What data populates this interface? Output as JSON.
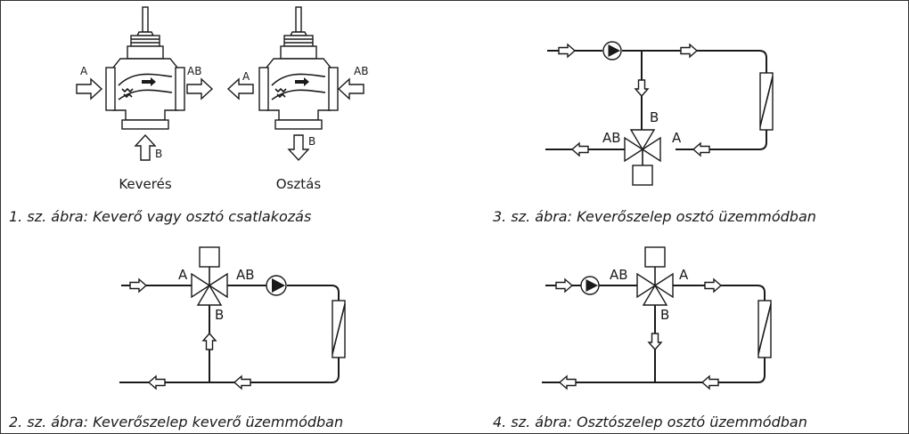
{
  "figures": {
    "fig1": {
      "caption": "1. sz. ábra: Keverő vagy osztó csatlakozás",
      "left_valve": {
        "port_a": "A",
        "port_ab": "AB",
        "port_b": "B",
        "name": "Keverés"
      },
      "right_valve": {
        "port_a": "A",
        "port_ab": "AB",
        "port_b": "B",
        "name": "Osztás"
      }
    },
    "fig2": {
      "caption": "2. sz. ábra: Keverőszelep keverő üzemmódban",
      "port_a": "A",
      "port_ab": "AB",
      "port_b": "B"
    },
    "fig3": {
      "caption": "3. sz. ábra: Keverőszelep osztó üzemmódban",
      "port_a": "A",
      "port_ab": "AB",
      "port_b": "B"
    },
    "fig4": {
      "caption": "4. sz. ábra: Osztószelep osztó üzemmódban",
      "port_a": "A",
      "port_ab": "AB",
      "port_b": "B"
    }
  }
}
